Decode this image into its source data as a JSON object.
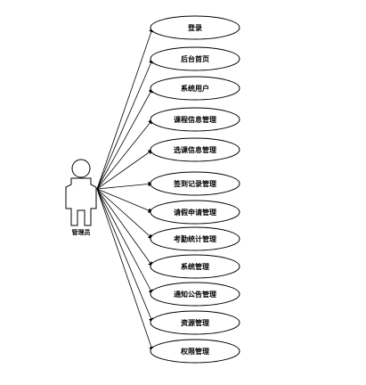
{
  "actor": {
    "label": "管理员"
  },
  "use_cases": [
    {
      "label": "登录"
    },
    {
      "label": "后台首页"
    },
    {
      "label": "系统用户"
    },
    {
      "label": "课程信息管理"
    },
    {
      "label": "选课信息管理"
    },
    {
      "label": "签到记录管理"
    },
    {
      "label": "请假申请管理"
    },
    {
      "label": "考勤统计管理"
    },
    {
      "label": "系统管理"
    },
    {
      "label": "通知公告管理"
    },
    {
      "label": "资源管理"
    },
    {
      "label": "权限管理"
    }
  ]
}
